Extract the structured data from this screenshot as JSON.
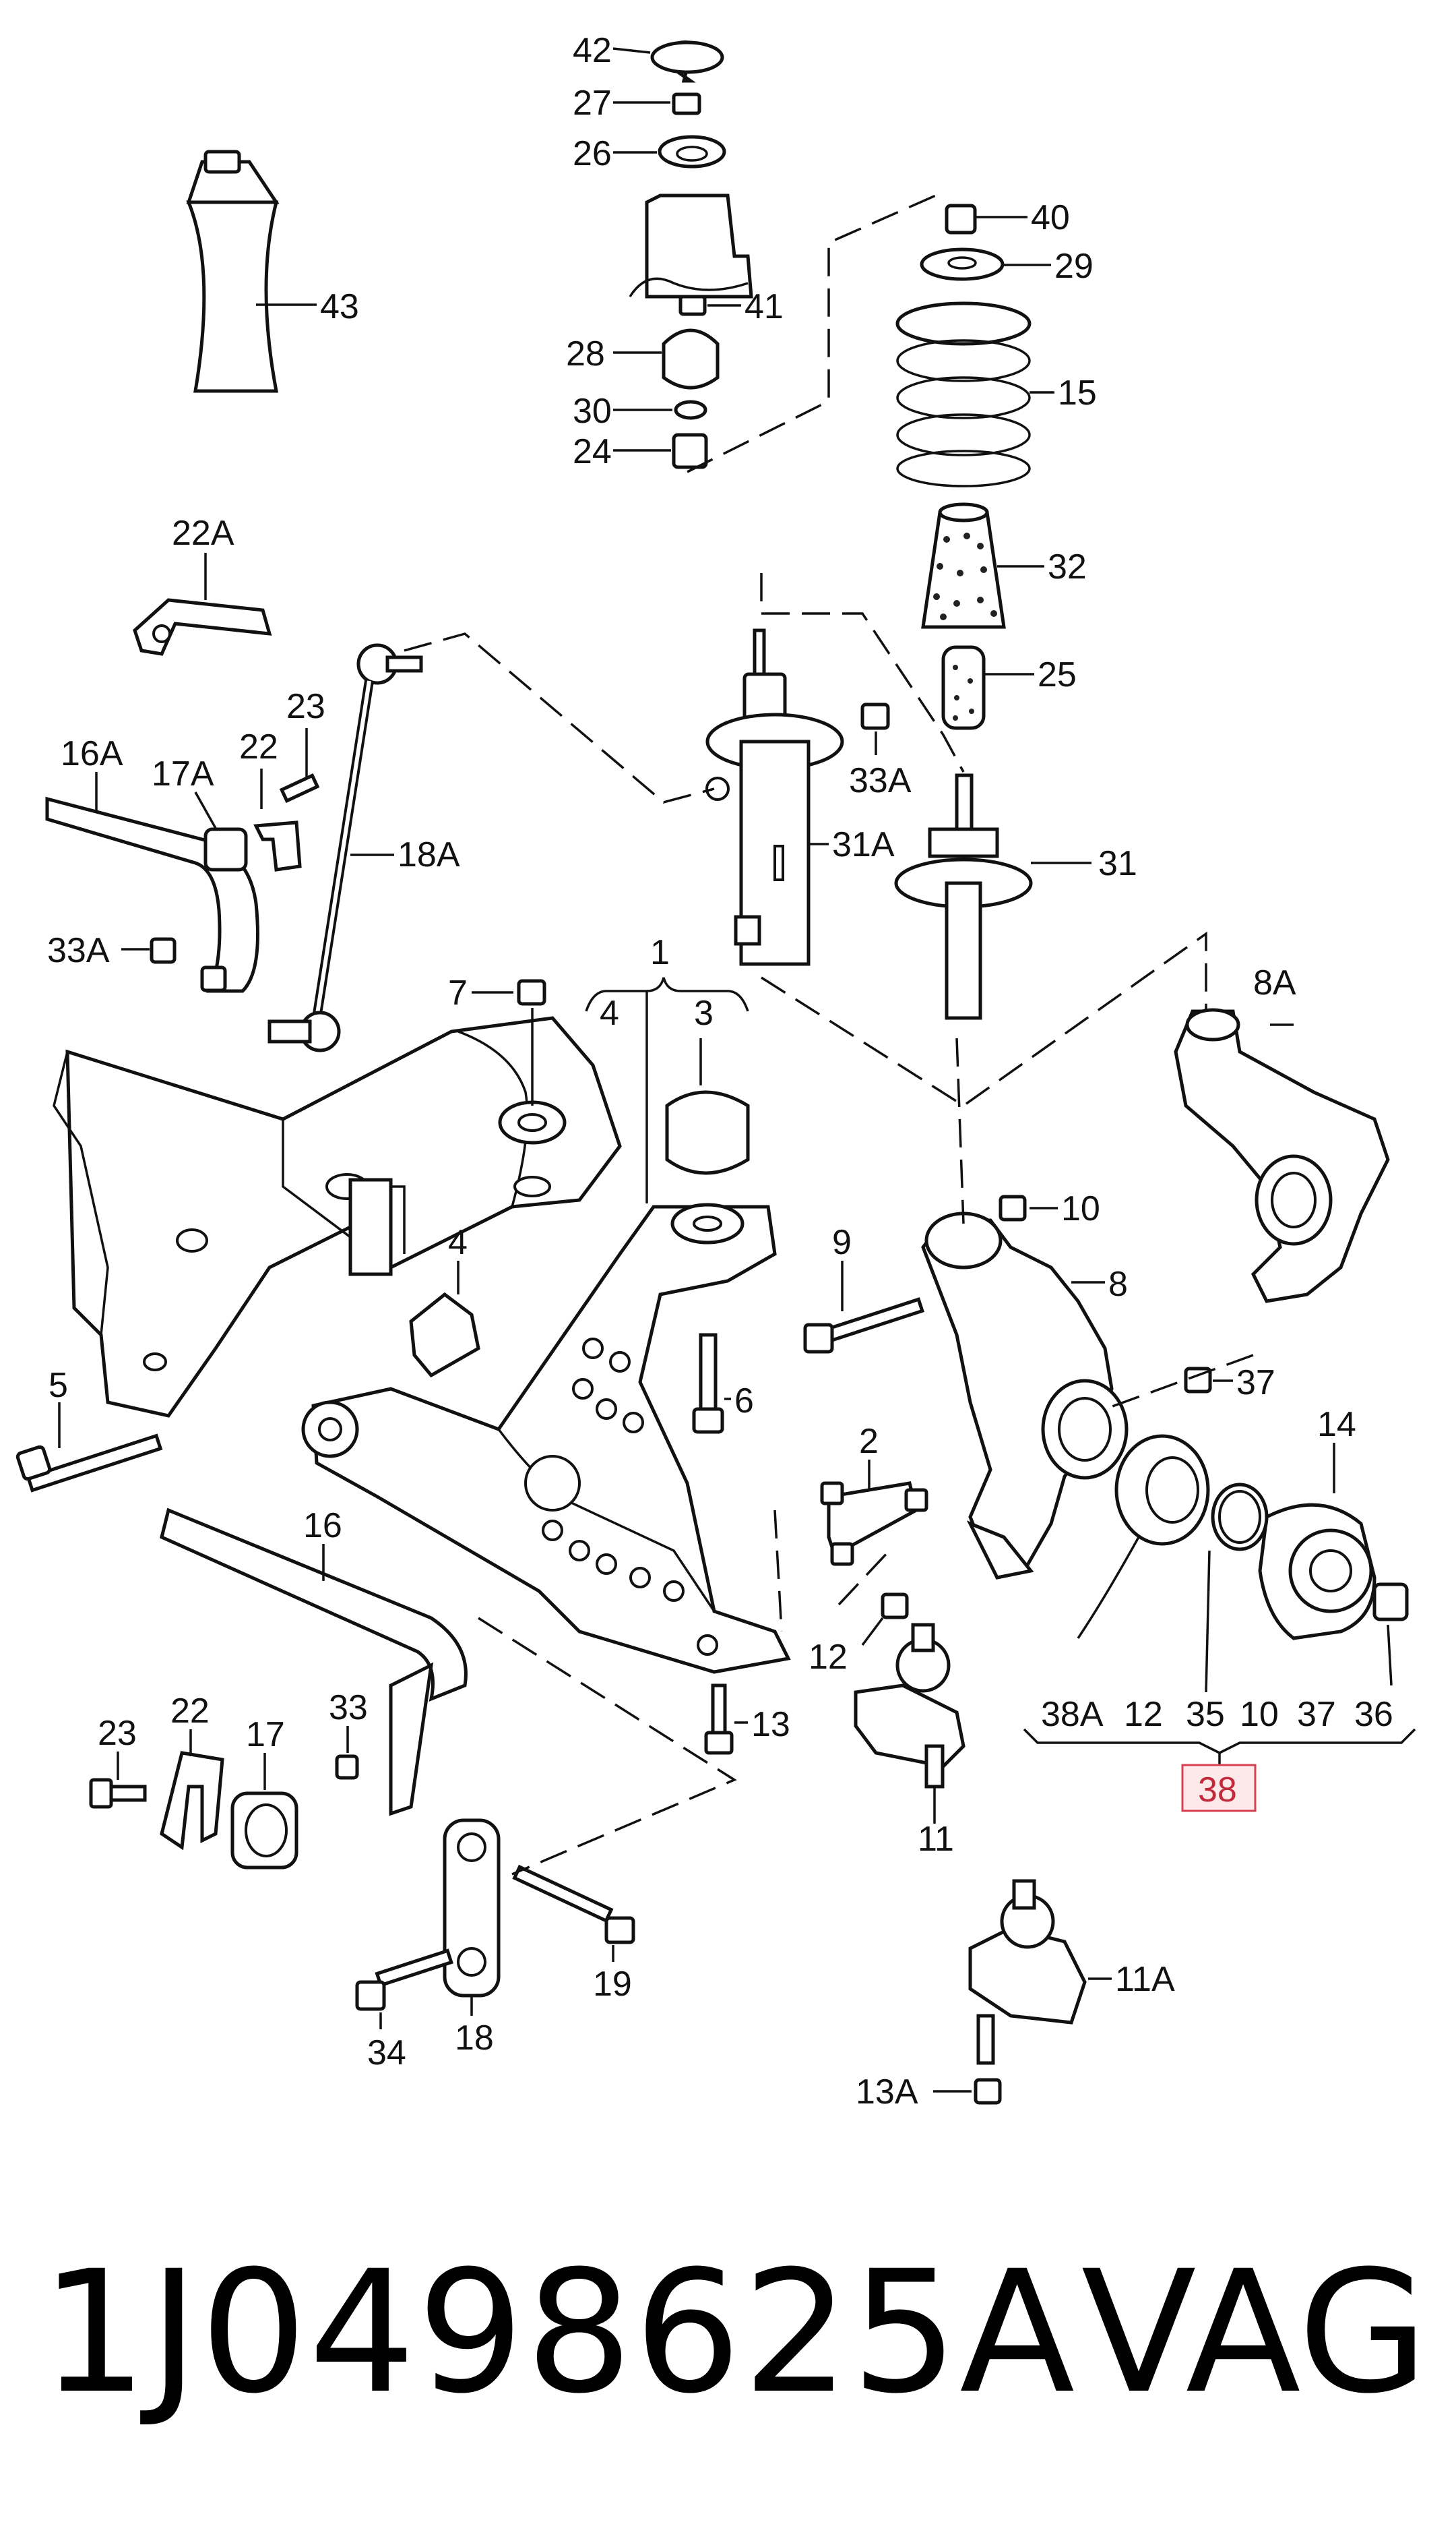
{
  "callouts": {
    "c42": "42",
    "c27": "27",
    "c26": "26",
    "c41": "41",
    "c28": "28",
    "c30": "30",
    "c24": "24",
    "c43": "43",
    "c40": "40",
    "c29": "29",
    "c15": "15",
    "c32": "32",
    "c25": "25",
    "c22A": "22A",
    "c23a": "23",
    "c22a": "22",
    "c16A": "16A",
    "c17A": "17A",
    "c18A": "18A",
    "c33Aa": "33A",
    "c33Ab": "33A",
    "c31A": "31A",
    "c31": "31",
    "c8A": "8A",
    "c7": "7",
    "c1": "1",
    "c4a": "4",
    "c3": "3",
    "c4b": "4",
    "c10": "10",
    "c9": "9",
    "c8": "8",
    "c5": "5",
    "c6": "6",
    "c37": "37",
    "c14": "14",
    "c2": "2",
    "c16": "16",
    "c12a": "12",
    "c13": "13",
    "c23b": "23",
    "c22b": "22",
    "c17": "17",
    "c33": "33",
    "c11": "11",
    "c38A": "38A",
    "c12b": "12",
    "c35": "35",
    "c10b": "10",
    "c37b": "37",
    "c36": "36",
    "c38": "38",
    "c19": "19",
    "c18": "18",
    "c34": "34",
    "c11A": "11A",
    "c13A": "13A"
  },
  "footer": {
    "part_number": "1J0498625A",
    "brand": "VAG"
  },
  "highlight": {
    "label": "38",
    "box_fill": "#fde8ea",
    "box_stroke": "#d94050"
  }
}
